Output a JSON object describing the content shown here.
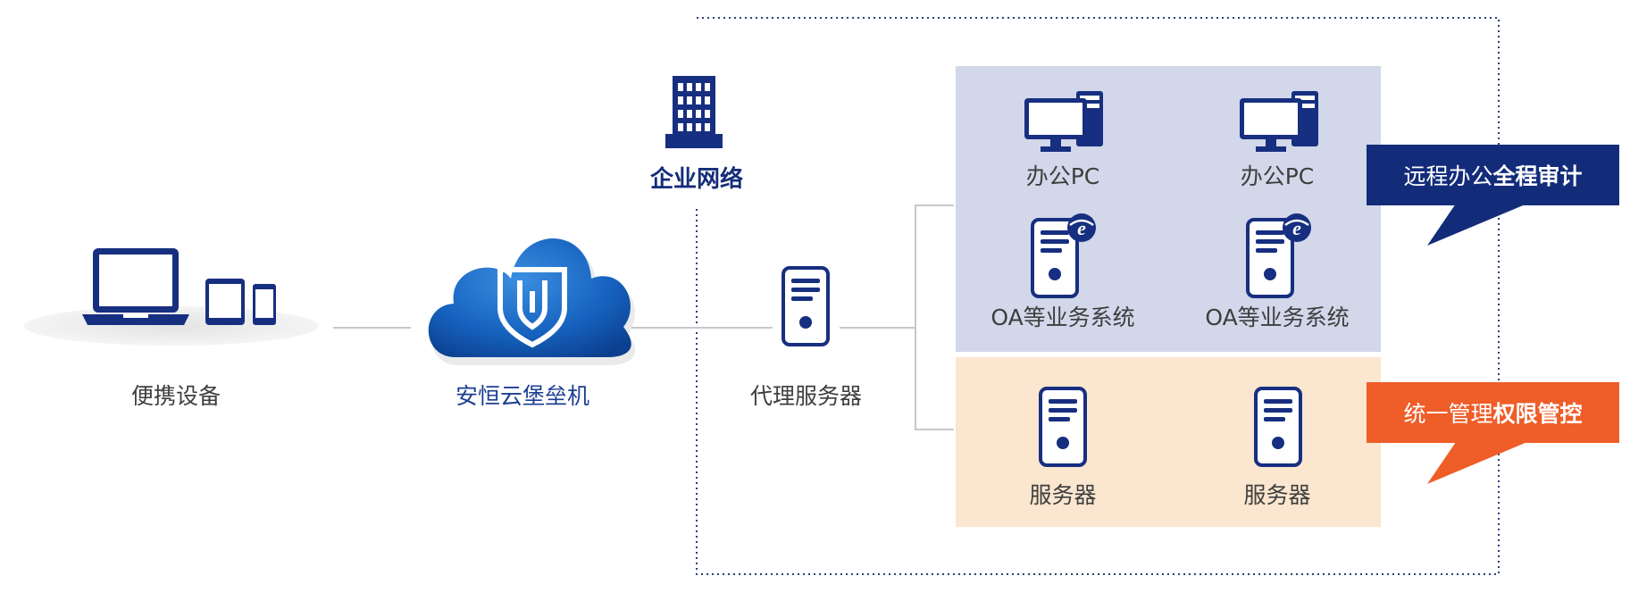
{
  "nodes": {
    "portable": "便携设备",
    "bastion": "安恒云堡垒机",
    "enterprise": "企业网络",
    "proxy": "代理服务器"
  },
  "office": {
    "pc_label": "办公PC",
    "oa_label": "OA等业务系统"
  },
  "servers": {
    "server_label": "服务器"
  },
  "callouts": {
    "audit_normal": "远程办公",
    "audit_bold": "全程审计",
    "perm_normal": "统一管理",
    "perm_bold": "权限管控"
  },
  "colors": {
    "primary_blue": "#172f80",
    "office_zone": "#d2d7ea",
    "server_zone": "#fbe6cf",
    "callout_blue": "#132c7a",
    "callout_orange": "#ef5d28"
  }
}
